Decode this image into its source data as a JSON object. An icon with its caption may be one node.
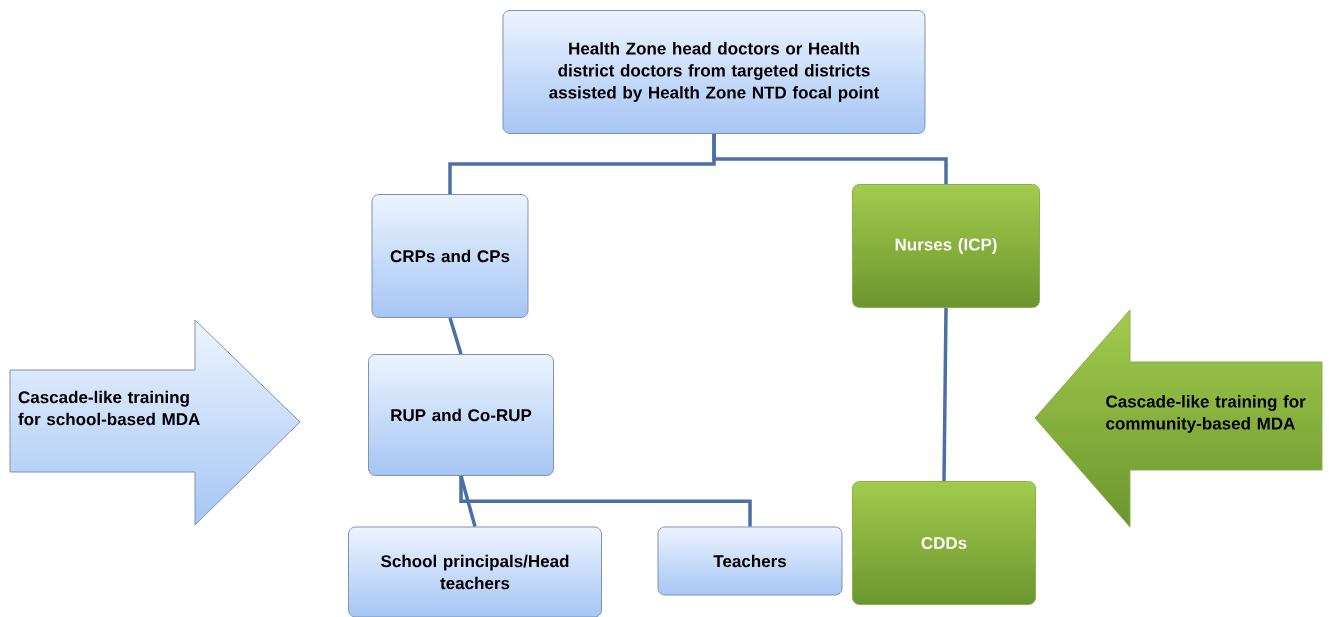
{
  "diagram": {
    "nodes": [
      {
        "text": [
          "Health Zone head doctors or Health district doctors from targeted districts assisted by Health Zone NTD focal point"
        ]
      },
      {
        "text": [
          "CRPs and CPs"
        ]
      },
      {
        "text": [
          "Nurses (ICP)"
        ]
      },
      {
        "text": [
          "RUP and Co-RUP"
        ]
      },
      {
        "text": [
          "School principals/Head teachers"
        ]
      },
      {
        "text": [
          "Teachers"
        ]
      },
      {
        "text": [
          "CDDs"
        ]
      },
      {
        "text": [
          "Cascade-like training for school-based MDA"
        ]
      },
      {
        "text": [
          "Cascade-like training for community-based MDA"
        ]
      }
    ],
    "edges": [
      {
        "from": 0,
        "to": 1,
        "arrow": "none"
      },
      {
        "from": 0,
        "to": 2,
        "arrow": "none"
      },
      {
        "from": 1,
        "to": 3,
        "arrow": "none"
      },
      {
        "from": 3,
        "to": 4,
        "arrow": "none"
      },
      {
        "from": 3,
        "to": 5,
        "arrow": "none"
      },
      {
        "from": 2,
        "to": 6,
        "arrow": "none"
      }
    ]
  }
}
